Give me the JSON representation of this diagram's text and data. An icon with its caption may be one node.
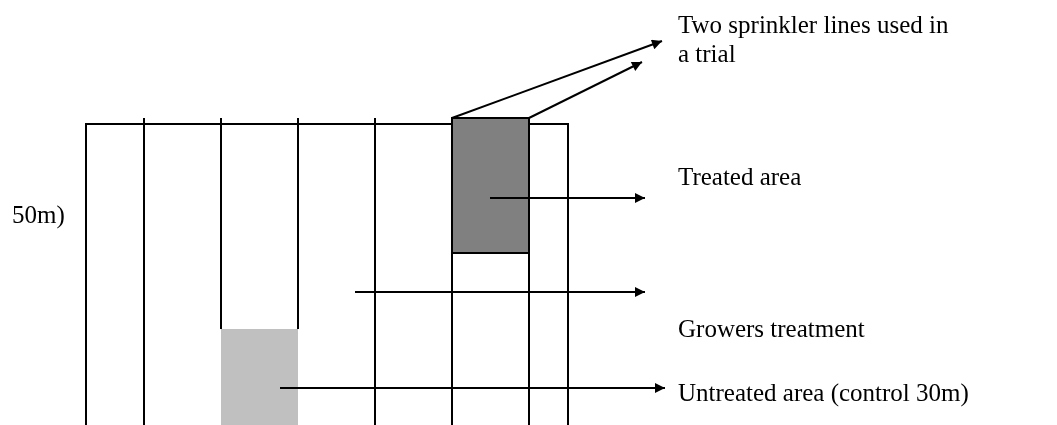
{
  "diagram": {
    "nodes": [
      {
        "text": [
          "Two sprinkler lines used in a trial"
        ]
      },
      {
        "text": [
          "Treated area"
        ]
      },
      {
        "text": [
          "Growers treatment"
        ]
      },
      {
        "text": [
          "Untreated area (control 30m)"
        ]
      },
      {
        "text": [],
        "shape": "box"
      },
      {
        "text": [],
        "shape": "box"
      },
      {
        "text": [],
        "shape": "line"
      },
      {
        "text": [],
        "shape": "line"
      }
    ],
    "edges": [
      {
        "from": 6,
        "to": 0,
        "arrow": "to"
      },
      {
        "from": 7,
        "to": 0,
        "arrow": "to"
      },
      {
        "from": 4,
        "to": 1,
        "arrow": "to"
      },
      {
        "from": null,
        "to": 2,
        "arrow": "to"
      },
      {
        "from": 5,
        "to": 3,
        "arrow": "to"
      }
    ],
    "labels": [
      "50m)"
    ]
  }
}
